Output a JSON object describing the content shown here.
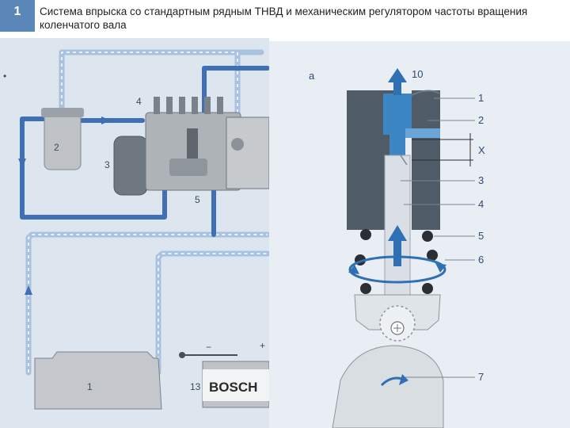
{
  "header": {
    "number": "1",
    "title": "Система впрыска со стандартным рядным ТНВД и механическим регулятором частоты вращения коленчатого вала"
  },
  "left_diagram": {
    "labels": {
      "filter": "2",
      "pump": "4",
      "coupling": "3",
      "valve": "5",
      "tank": "1",
      "battery": "13"
    },
    "battery_brand": "BOSCH",
    "battery_minus": "−",
    "battery_plus": "+",
    "dot": "•"
  },
  "right_diagram": {
    "subfigure": "a",
    "labels": {
      "l10": "10",
      "l1": "1",
      "l2": "2",
      "lx": "X",
      "l3": "3",
      "l4": "4",
      "l5": "5",
      "l6": "6",
      "l7": "7"
    }
  },
  "colors": {
    "badge": "#5b86b8",
    "fuel_line": "#3f6fb4",
    "return_line": "#a9c2e0",
    "panel_left": "#dde6ef",
    "panel_right": "#e9eef4",
    "barrel": "#4f5b66",
    "fuel_blue": "#3c86c4",
    "arrow_blue": "#2f6fb3"
  }
}
